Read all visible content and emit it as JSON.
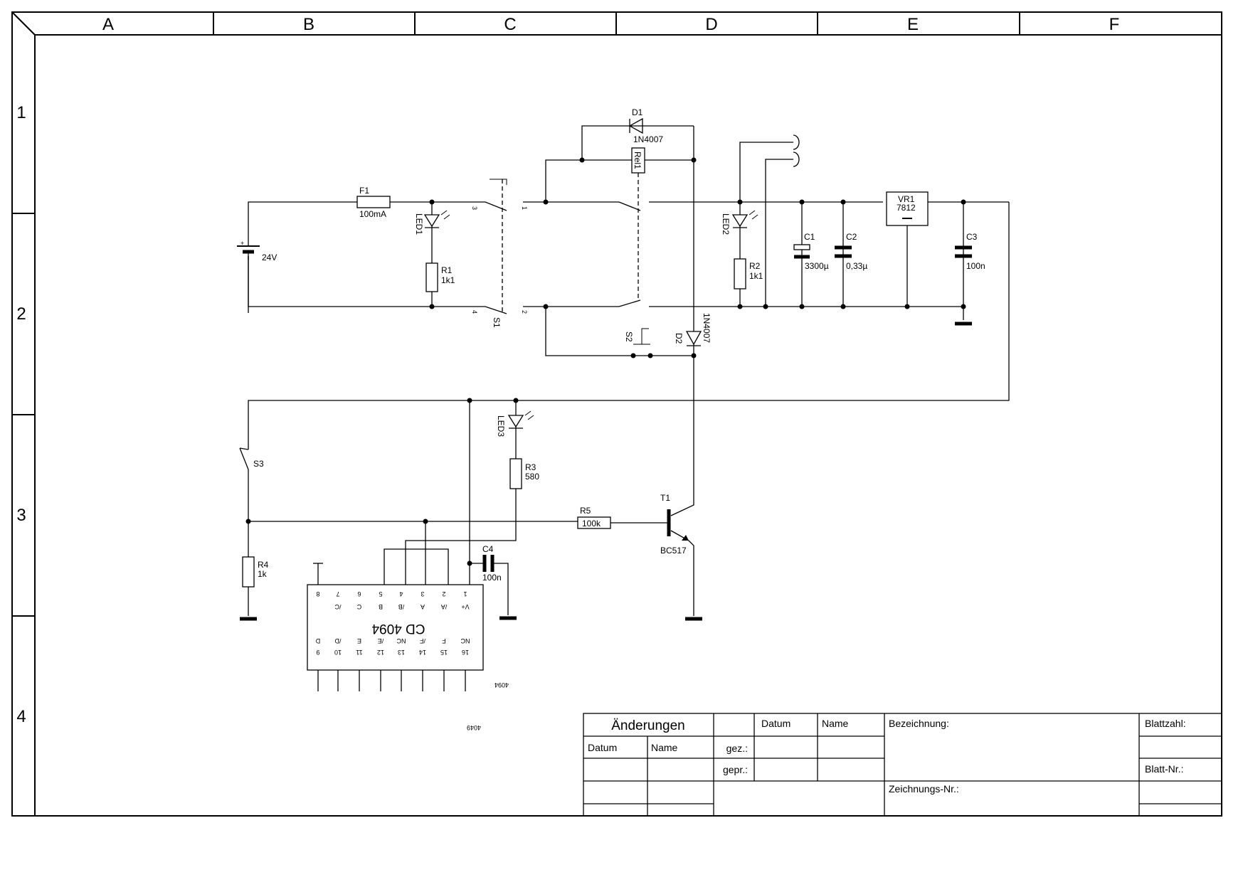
{
  "frame": {
    "columns": [
      "A",
      "B",
      "C",
      "D",
      "E",
      "F"
    ],
    "rows": [
      "1",
      "2",
      "3",
      "4"
    ]
  },
  "components": {
    "F1": {
      "ref": "F1",
      "value": "100mA"
    },
    "battery": {
      "value": "24V",
      "plus": "+"
    },
    "LED1": {
      "ref": "LED1"
    },
    "R1": {
      "ref": "R1",
      "value": "1k1"
    },
    "S1": {
      "ref": "S1",
      "pins": [
        "3",
        "1",
        "4",
        "2"
      ]
    },
    "D1": {
      "ref": "D1",
      "value": "1N4007"
    },
    "Rel1": {
      "ref": "Rel1"
    },
    "S2": {
      "ref": "S2"
    },
    "D2": {
      "ref": "D2",
      "value": "1N4007"
    },
    "LED2": {
      "ref": "LED2"
    },
    "R2": {
      "ref": "R2",
      "value": "1k1"
    },
    "C1": {
      "ref": "C1",
      "value": "3300µ"
    },
    "C2": {
      "ref": "C2",
      "value": "0,33µ"
    },
    "VR1": {
      "ref": "VR1",
      "value": "7812"
    },
    "C3": {
      "ref": "C3",
      "value": "100n"
    },
    "LED3": {
      "ref": "LED3"
    },
    "R3": {
      "ref": "R3",
      "value": "580"
    },
    "S3": {
      "ref": "S3"
    },
    "R5": {
      "ref": "R5",
      "value": "100k"
    },
    "T1": {
      "ref": "T1",
      "value": "BC517"
    },
    "R4": {
      "ref": "R4",
      "value": "1k"
    },
    "C4": {
      "ref": "C4",
      "value": "100n"
    },
    "IC": {
      "title": "CD 4094",
      "pin_numbers_top": [
        "8",
        "7",
        "6",
        "5",
        "4",
        "3",
        "2",
        "1"
      ],
      "pin_names_top": [
        "",
        "/C",
        "C",
        "B",
        "/B",
        "A",
        "/A",
        "V+"
      ],
      "pin_names_bottom": [
        "D",
        "/D",
        "E",
        "/E",
        "NC",
        "/F",
        "F",
        "NC"
      ],
      "pin_numbers_bottom": [
        "9",
        "10",
        "11",
        "12",
        "13",
        "14",
        "15",
        "16"
      ],
      "footprint": "4094",
      "label2": "4049"
    }
  },
  "title_block": {
    "aenderungen": "Änderungen",
    "datum": "Datum",
    "name": "Name",
    "datum2": "Datum",
    "name2": "Name",
    "gez": "gez.:",
    "gepr": "gepr.:",
    "bezeichnung": "Bezeichnung:",
    "blattzahl": "Blattzahl:",
    "blatt_nr": "Blatt-Nr.:",
    "zeichnungs_nr": "Zeichnungs-Nr.:"
  }
}
